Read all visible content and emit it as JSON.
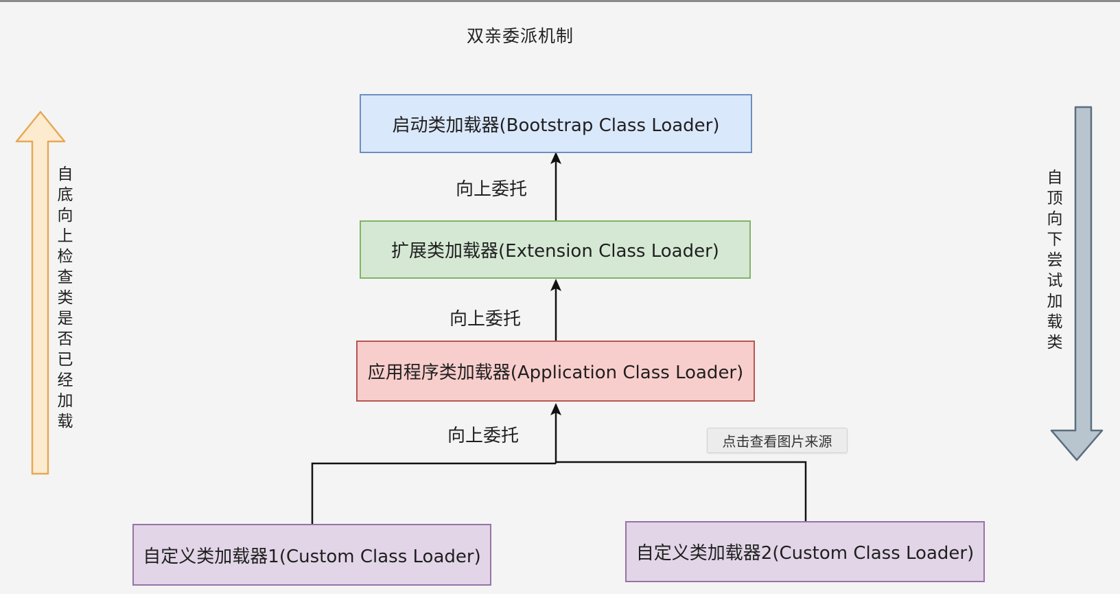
{
  "title": "双亲委派机制",
  "loaders": {
    "bootstrap": "启动类加载器(Bootstrap Class Loader)",
    "extension": "扩展类加载器(Extension Class Loader)",
    "application": "应用程序类加载器(Application Class Loader)",
    "custom1": "自定义类加载器1(Custom Class Loader)",
    "custom2": "自定义类加载器2(Custom Class Loader)"
  },
  "edge_labels": [
    "向上委托",
    "向上委托",
    "向上委托"
  ],
  "side_labels": {
    "left": "自底向上检查类是否已经加载",
    "right": "自顶向下尝试加载类"
  },
  "tooltip": "点击查看图片来源",
  "colors": {
    "bootstrap_fill": "#dae8fc",
    "bootstrap_border": "#6c8ebf",
    "extension_fill": "#d5e8d4",
    "extension_border": "#82b366",
    "application_fill": "#f8cecc",
    "application_border": "#b85450",
    "custom_fill": "#e1d5e7",
    "custom_border": "#9673a6",
    "up_arrow": "#fdebd0",
    "up_arrow_border": "#e6a855",
    "down_arrow": "#b8c4ce",
    "down_arrow_border": "#5b6e7d"
  },
  "icons": {
    "left_arrow": "arrow-up-icon",
    "right_arrow": "arrow-down-icon"
  }
}
